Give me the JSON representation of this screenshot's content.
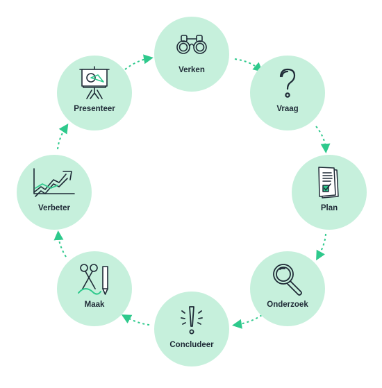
{
  "diagram": {
    "accent_color": "#c6f0dc",
    "arrow_color": "#2ec98c",
    "icon_color": "#1e2a36",
    "steps": [
      {
        "label": "Verken",
        "icon": "binoculars-icon"
      },
      {
        "label": "Vraag",
        "icon": "question-mark-icon"
      },
      {
        "label": "Plan",
        "icon": "clipboard-documents-icon"
      },
      {
        "label": "Onderzoek",
        "icon": "magnifier-icon"
      },
      {
        "label": "Concludeer",
        "icon": "exclamation-icon"
      },
      {
        "label": "Maak",
        "icon": "scissors-pencil-icon"
      },
      {
        "label": "Verbeter",
        "icon": "trend-up-chart-icon"
      },
      {
        "label": "Presenteer",
        "icon": "presentation-board-icon"
      }
    ]
  }
}
